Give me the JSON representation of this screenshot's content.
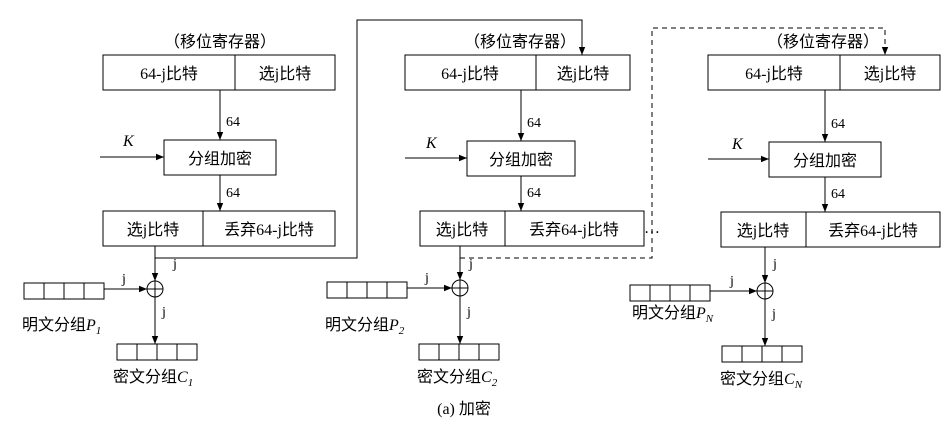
{
  "stages": [
    {
      "register_label": "（移位寄存器）",
      "reg_left": "64-j比特",
      "reg_right": "选j比特",
      "width_label_top": "64",
      "key_label": "K",
      "cipher_box": "分组加密",
      "width_label_bottom": "64",
      "out_left": "选j比特",
      "out_right": "丢弃64-j比特",
      "feedback_label": "j",
      "plain_in_label": "j",
      "xor_out_label": "j",
      "plaintext_label": "明文分组",
      "plaintext_var": "P",
      "plaintext_sub": "1",
      "ciphertext_label": "密文分组",
      "ciphertext_var": "C",
      "ciphertext_sub": "1"
    },
    {
      "register_label": "（移位寄存器）",
      "reg_left": "64-j比特",
      "reg_right": "选j比特",
      "width_label_top": "64",
      "key_label": "K",
      "cipher_box": "分组加密",
      "width_label_bottom": "64",
      "out_left": "选j比特",
      "out_right": "丢弃64-j比特",
      "feedback_label": "j",
      "plain_in_label": "j",
      "xor_out_label": "j",
      "plaintext_label": "明文分组",
      "plaintext_var": "P",
      "plaintext_sub": "2",
      "ciphertext_label": "密文分组",
      "ciphertext_var": "C",
      "ciphertext_sub": "2"
    },
    {
      "register_label": "（移位寄存器）",
      "reg_left": "64-j比特",
      "reg_right": "选j比特",
      "width_label_top": "64",
      "key_label": "K",
      "cipher_box": "分组加密",
      "width_label_bottom": "64",
      "out_left": "选j比特",
      "out_right": "丢弃64-j比特",
      "feedback_label": "j",
      "plain_in_label": "j",
      "xor_out_label": "j",
      "plaintext_label": "明文分组",
      "plaintext_var": "P",
      "plaintext_sub": "N",
      "ciphertext_label": "密文分组",
      "ciphertext_var": "C",
      "ciphertext_sub": "N"
    }
  ],
  "ellipsis": "…",
  "caption": "(a) 加密"
}
